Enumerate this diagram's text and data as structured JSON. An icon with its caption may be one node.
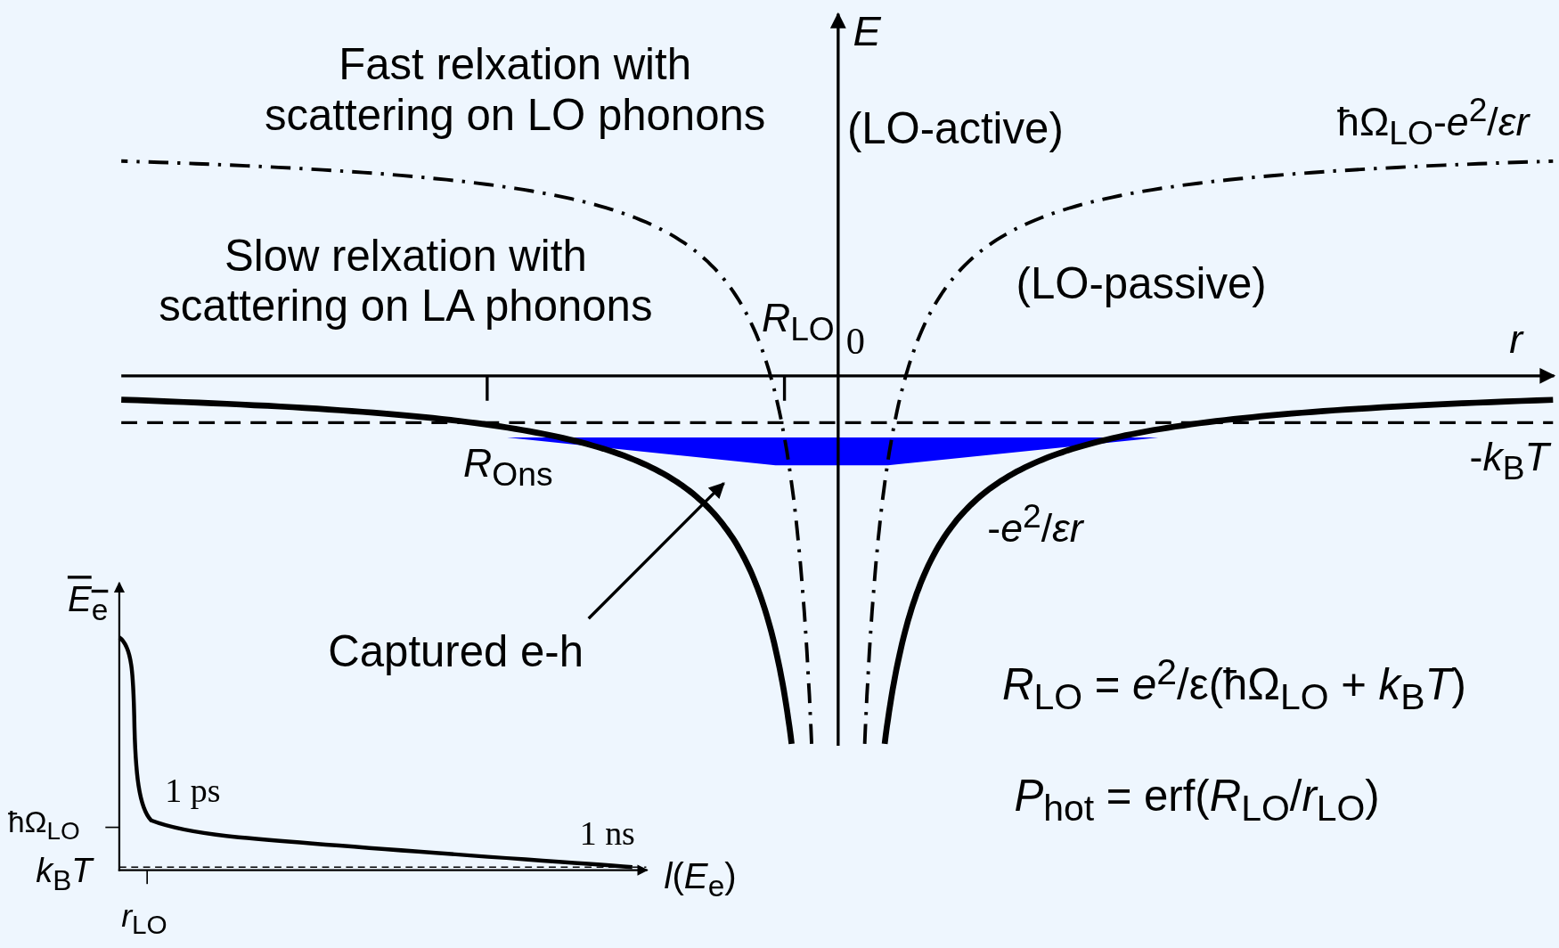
{
  "diagram": {
    "nodes": [
      {
        "text": [
          "Captured e-h"
        ]
      },
      {
        "text": [],
        "shape": "band"
      }
    ],
    "edges": [
      {
        "from": 0,
        "to": 1,
        "arrow": "to"
      }
    ],
    "labels": [
      "E",
      "Fast relxation with scattering on LO phonons",
      "(LO-active)",
      "ħΩ$_{LO}$-*e*$^{2}$/*εr*",
      "Slow relxation with scattering on LA phonons",
      "(LO-passive)",
      "*R*$_{LO}$",
      "0",
      "r",
      "*R*$_{Ons}$",
      "-*k*$_{B}$*T*",
      "-*e*$^{2}$/*εr*",
      "*E*$_{e}$",
      "*R*$_{LO}$ = *e*$^{2}$/ε(ħΩ$_{LO}$ + *k*$_{B}$*T*)",
      "1 ps",
      "ħΩ$_{LO}$",
      "1 ns",
      "*k*$_{B}$*T*",
      "*l*(*E*$_{e}$)",
      "*P*$_{hot}$ = erf(*R*$_{LO}$/*r*$_{LO}$)",
      "*r*$_{LO}$"
    ]
  }
}
